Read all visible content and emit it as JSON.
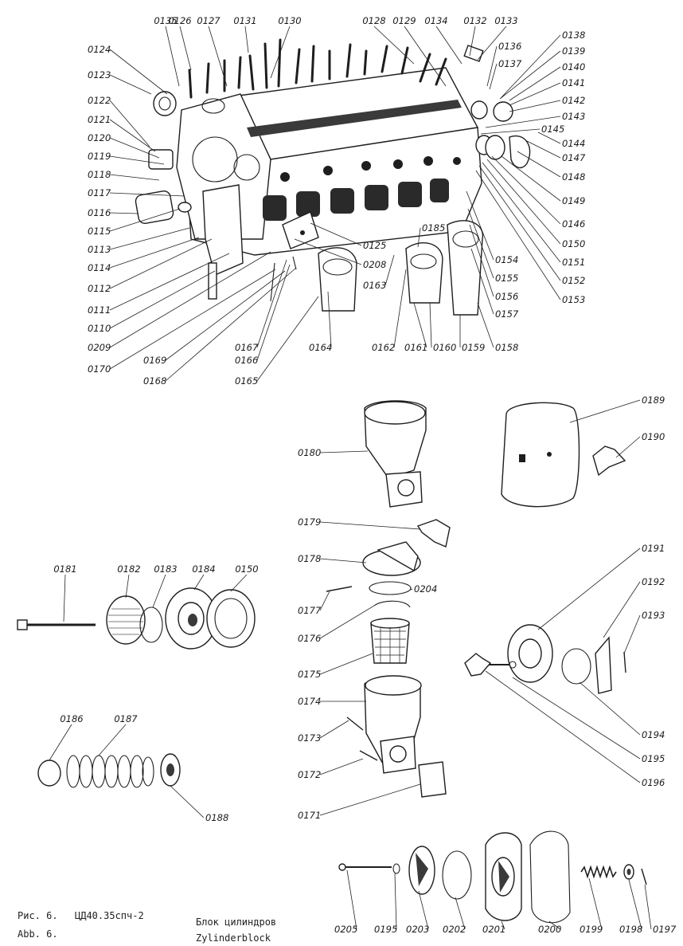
{
  "caption": {
    "fig_ru": "Рис. 6.",
    "fig_de": "Abb. 6.",
    "code": "ЦД40.35спч-2",
    "title_ru": "Блок цилиндров",
    "title_de": "Zylinderblock"
  },
  "labels": [
    "0135",
    "0126",
    "0127",
    "0131",
    "0130",
    "0128",
    "0129",
    "0134",
    "0132",
    "0133",
    "0124",
    "0123",
    "0122",
    "0121",
    "0120",
    "0119",
    "0118",
    "0117",
    "0116",
    "0115",
    "0113",
    "0114",
    "0112",
    "0111",
    "0110",
    "0209",
    "0170",
    "0169",
    "0168",
    "0167",
    "0166",
    "0165",
    "0164",
    "0125",
    "0208",
    "0163",
    "0185",
    "0162",
    "0161",
    "0160",
    "0159",
    "0158",
    "0157",
    "0156",
    "0155",
    "0154",
    "0138",
    "0139",
    "0136",
    "0137",
    "0140",
    "0141",
    "0142",
    "0143",
    "0145",
    "0144",
    "0147",
    "0148",
    "0149",
    "0146",
    "0150",
    "0151",
    "0152",
    "0153",
    "0189",
    "0190",
    "0180",
    "0179",
    "0178",
    "0177",
    "0204",
    "0176",
    "0175",
    "0174",
    "0173",
    "0172",
    "0171",
    "0181",
    "0182",
    "0183",
    "0184",
    "0150",
    "0186",
    "0187",
    "0188",
    "0191",
    "0192",
    "0193",
    "0194",
    "0195",
    "0196",
    "0205",
    "0195",
    "0203",
    "0202",
    "0201",
    "0200",
    "0199",
    "0198",
    "0197"
  ]
}
